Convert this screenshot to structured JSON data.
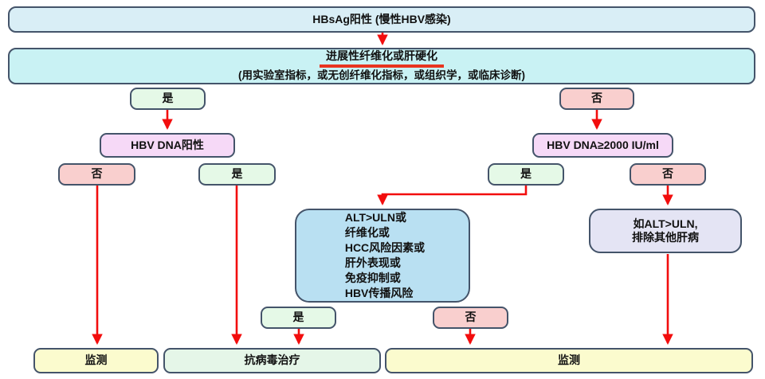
{
  "flowchart": {
    "nodes": {
      "start": {
        "label": "HBsAg阳性 (慢性HBV感染)"
      },
      "fibrosis": {
        "title": "进展性纤维化或肝硬化",
        "subtitle": "(用实验室指标，或无创纤维化指标，或组织学，或临床诊断)"
      },
      "yes1": {
        "label": "是"
      },
      "no1": {
        "label": "否"
      },
      "hbv_dna_pos": {
        "label": "HBV DNA阳性"
      },
      "hbv_dna_2000": {
        "label": "HBV DNA≥2000 IU/ml"
      },
      "no2": {
        "label": "否"
      },
      "yes2": {
        "label": "是"
      },
      "yes3": {
        "label": "是"
      },
      "no3": {
        "label": "否"
      },
      "criteria": {
        "lines": [
          "ALT>ULN或",
          "纤维化或",
          "HCC风险因素或",
          "肝外表现或",
          "免疫抑制或",
          "HBV传播风险"
        ]
      },
      "alt_uln": {
        "line1": "如ALT>ULN,",
        "line2": "排除其他肝病"
      },
      "yes4": {
        "label": "是"
      },
      "no4": {
        "label": "否"
      },
      "monitor_left": {
        "label": "监测"
      },
      "antiviral": {
        "label": "抗病毒治疗"
      },
      "monitor_right": {
        "label": "监测"
      }
    },
    "colors": {
      "border": "#44546a",
      "arrow": "#f20d0d",
      "underline": "#e8351f",
      "start_fill": "#d9eef6",
      "fibrosis_fill": "#c9f2f4",
      "yes_fill": "#e5f9e7",
      "no_fill": "#f9cfce",
      "dna_fill": "#f6d9f7",
      "criteria_fill": "#b9e0f2",
      "alt_fill": "#e4e4f4",
      "monitor_fill": "#fbfbce",
      "antiviral_fill": "#e5f6e8"
    }
  }
}
